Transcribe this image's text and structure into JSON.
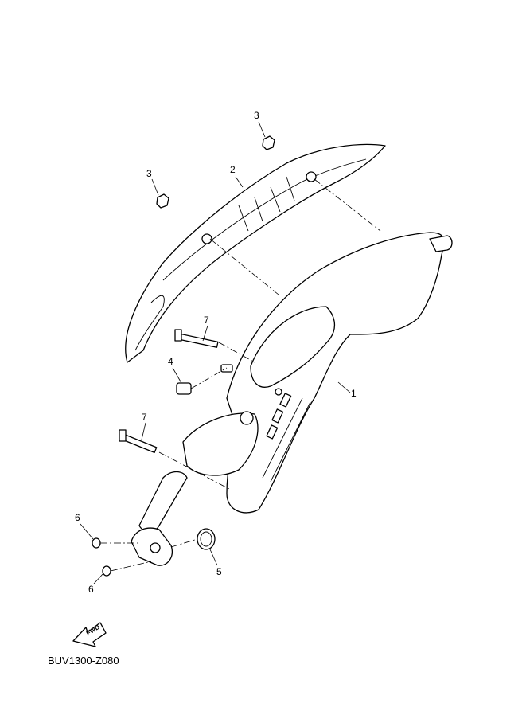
{
  "diagram": {
    "callouts": [
      {
        "id": "callout-1",
        "text": "1"
      },
      {
        "id": "callout-2",
        "text": "2"
      },
      {
        "id": "callout-3a",
        "text": "3"
      },
      {
        "id": "callout-3b",
        "text": "3"
      },
      {
        "id": "callout-4",
        "text": "4"
      },
      {
        "id": "callout-5",
        "text": "5"
      },
      {
        "id": "callout-6a",
        "text": "6"
      },
      {
        "id": "callout-6b",
        "text": "6"
      },
      {
        "id": "callout-7a",
        "text": "7"
      },
      {
        "id": "callout-7b",
        "text": "7"
      }
    ],
    "fwd_label": "FWD",
    "drawing_code": "BUV1300-Z080"
  }
}
